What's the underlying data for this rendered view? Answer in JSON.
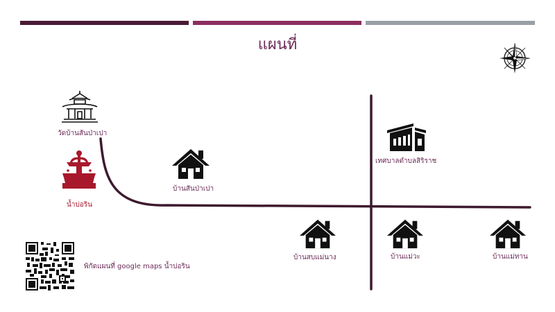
{
  "title": "แผนที่",
  "colors": {
    "bar1": "#4a1a36",
    "bar2": "#8c2d60",
    "bar3": "#9aa0a6",
    "road": "#3d1a2e",
    "accent_red": "#a8182c"
  },
  "places": {
    "temple": "วัดบ้านสันป่าเปา",
    "fountain": "น้ำบ่อริน",
    "village_sanpapao": "บ้านสันป่าเปา",
    "municipality": "เทศบาลตำบลสิริราช",
    "village_sobmaenang": "บ้านสบแม่นาง",
    "village_maewa": "บ้านแม่วะ",
    "village_maetan": "บ้านแม่ทาน"
  },
  "qr": {
    "caption": "พิกัดแผนที่ google maps น้ำบ่อริน"
  },
  "icons": [
    "compass-icon",
    "temple-icon",
    "fountain-icon",
    "house-icon",
    "factory-icon",
    "qr-code"
  ]
}
